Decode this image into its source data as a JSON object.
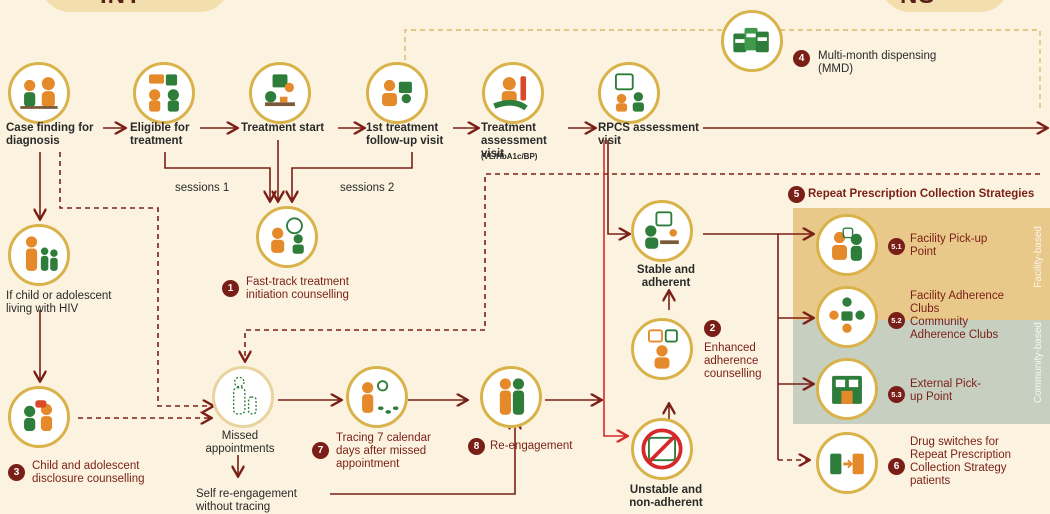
{
  "banner": {
    "left": "INT",
    "right": "NS"
  },
  "nodes": {
    "case_finding": "Case finding for diagnosis",
    "eligible": "Eligible for treatment",
    "treatment_start": "Treatment start",
    "first_followup": "1st treatment follow-up visit",
    "assessment": "Treatment assessment visit",
    "assessment_sub": "(VL/HbA1c/BP)",
    "rpcs": "RPCS assessment visit",
    "mmd": "Multi-month dispensing (MMD)",
    "sessions1": "sessions 1",
    "sessions2": "sessions 2",
    "fast_track": "Fast-track treatment initiation counselling",
    "child_hiv": "If child or adolescent living with HIV",
    "disclosure": "Child and adolescent disclosure counselling",
    "missed": "Missed appointments",
    "self_reengage": "Self re-engagement without tracing",
    "tracing": "Tracing 7 calendar days after missed appointment",
    "reengagement": "Re-engagement",
    "stable": "Stable and adherent",
    "enhanced": "Enhanced adherence counselling",
    "unstable": "Unstable and non-adherent",
    "rpcs_title": "Repeat Prescription Collection Strategies",
    "facility_pickup": "Facility Pick-up Point",
    "facility_clubs": "Facility Adherence Clubs",
    "community_clubs": "Community Adherence Clubs",
    "external": "External Pick-up Point",
    "drug_switch": "Drug switches for Repeat Prescription Collection Strategy patients",
    "facility_based": "Facility-based",
    "community_based": "Community-based"
  },
  "numbers": {
    "n1": "1",
    "n2": "2",
    "n3": "3",
    "n4": "4",
    "n5": "5",
    "n6": "6",
    "n7": "7",
    "n8": "8",
    "n51": "5.1",
    "n52": "5.2",
    "n53": "5.3"
  },
  "colors": {
    "background": "#fbf3df",
    "accent": "#7a1f17",
    "green": "#2e7d3b",
    "orange": "#e58a2b",
    "ring": "#d9b24a",
    "facility_band": "#e8c98a",
    "community_band": "#c7cfc0"
  },
  "icons": [
    "case-finding-icon",
    "eligible-icon",
    "treatment-start-icon",
    "followup-icon",
    "assessment-icon",
    "rpcs-icon",
    "mmd-icon",
    "fast-track-icon",
    "child-hiv-icon",
    "disclosure-icon",
    "missed-icon",
    "tracing-icon",
    "reengagement-icon",
    "stable-icon",
    "enhanced-icon",
    "unstable-icon",
    "facility-pickup-icon",
    "facility-clubs-icon",
    "external-pickup-icon",
    "drug-switch-icon"
  ]
}
